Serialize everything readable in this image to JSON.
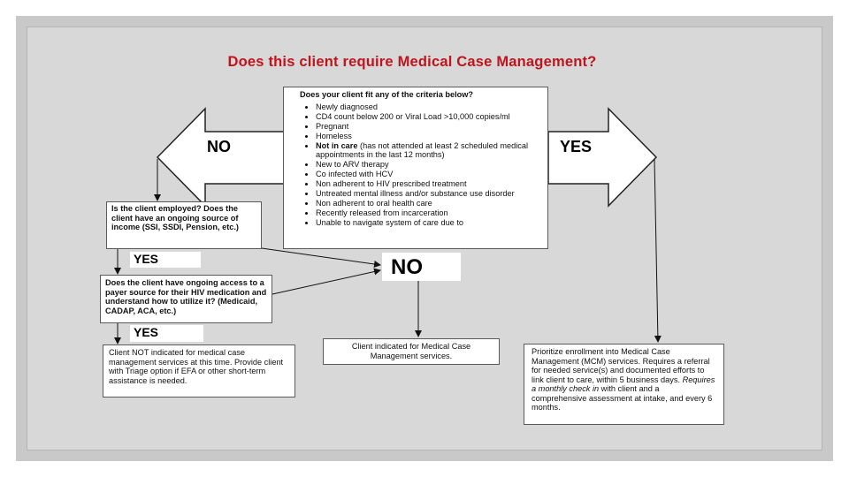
{
  "title": "Does this client require Medical Case Management?",
  "arrow_labels": {
    "no": "NO",
    "yes": "YES"
  },
  "criteria": {
    "heading": "Does your client fit any of the criteria below?",
    "items": [
      "Newly diagnosed",
      "CD4 count below 200 or Viral Load >10,000 copies/ml",
      "Pregnant",
      "Homeless",
      "Not in care (has not attended at least 2 scheduled medical appointments in the last 12 months)",
      "New to ARV therapy",
      "Co infected with HCV",
      "Non adherent to HIV prescribed treatment",
      "Untreated mental illness and/or substance use disorder",
      "Non adherent to oral health care",
      "Recently released from incarceration",
      "Unable to navigate system of care due to"
    ],
    "bold_prefix_item4": "Not in care",
    "bold_item4_rest": " (has not attended at least 2 scheduled medical appointments in the last 12 months)"
  },
  "question1": "Is the client employed? Does the client have an ongoing source of income (SSI, SSDI, Pension, etc.)",
  "yes1": "YES",
  "question2": "Does the client have ongoing access to a payer source for their HIV medication and understand how to utilize it? (Medicaid, CADAP, ACA, etc.)",
  "yes2": "YES",
  "no_box": "NO",
  "not_indicated": "Client NOT indicated for medical case management services at this time. Provide client with Triage option if EFA or other short-term assistance is needed.",
  "indicated": "Client indicated for Medical Case Management services.",
  "prioritize": {
    "part1": "Prioritize enrollment into Medical Case Management (MCM) services. Requires a referral for needed service(s) and documented efforts to link client to care, within 5 business days. ",
    "italic": "Requires a monthly check in",
    "part2": " with client and a comprehensive assessment at intake, and every 6 months."
  }
}
